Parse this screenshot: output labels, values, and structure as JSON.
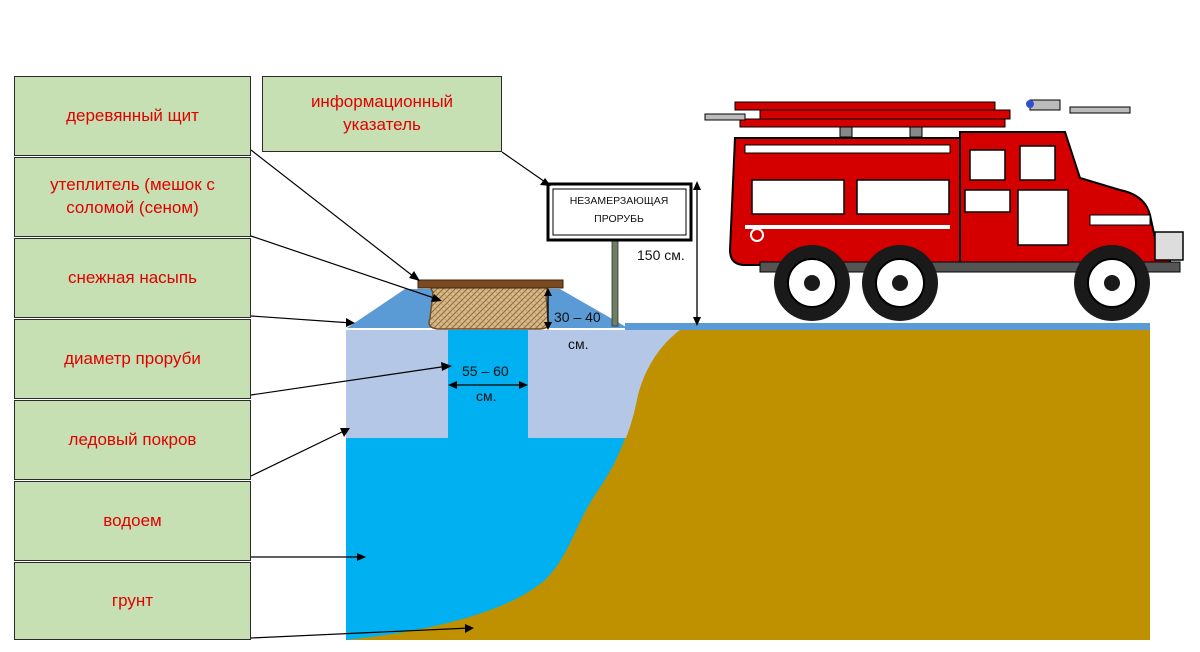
{
  "labels": {
    "wood_shield": "деревянный щит",
    "insulation": "утеплитель (мешок с соломой (сеном)",
    "snow_bank": "снежная насыпь",
    "hole_diameter": "диаметр проруби",
    "ice_cover": "ледовый покров",
    "water_body": "водоем",
    "ground": "грунт",
    "info_sign": "информационный указатель"
  },
  "sign": {
    "line1": "НЕЗАМЕРЗАЮЩАЯ",
    "line2": "ПРОРУБЬ"
  },
  "measurements": {
    "sign_height": "150 см.",
    "cover_height_value": "30 – 40",
    "cover_height_unit": "см.",
    "hole_width_value": "55 – 60",
    "hole_width_unit": "см."
  },
  "colors": {
    "label_fill": "#c6e0b4",
    "label_text": "#e00000",
    "water": "#00b0f0",
    "ice": "#b4c7e7",
    "snow": "#5b9bd5",
    "ground": "#bf9000",
    "truck_red": "#d40000"
  },
  "icons": [
    "fire-truck-icon",
    "sign-post-icon",
    "straw-bag-icon",
    "wood-plank-icon"
  ]
}
